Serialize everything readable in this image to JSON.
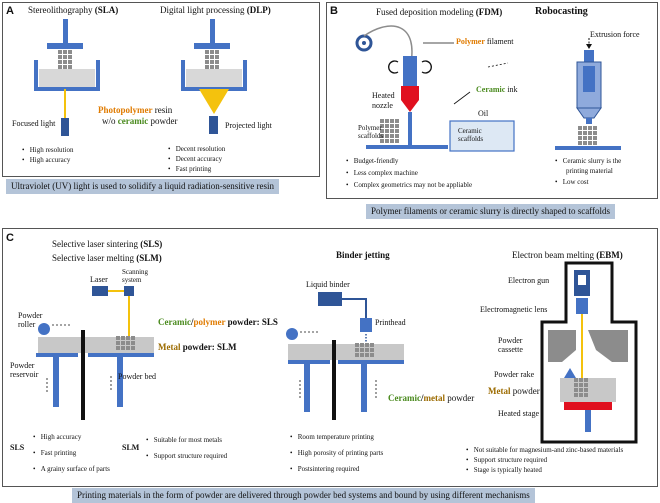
{
  "colors": {
    "blue": "#4472c4",
    "dark_blue": "#2f5597",
    "gray": "#c8c8c8",
    "dark_gray": "#8c8c8c",
    "yellow": "#f4c20d",
    "red": "#e0101f",
    "orange": "#e07b00",
    "green": "#4a8a1e",
    "brown": "#9c6b00",
    "caption_bg": "#b4c4d8"
  },
  "panel_a": {
    "label": "A",
    "sla_title": "Stereolithography",
    "sla_abbr": "(SLA)",
    "dlp_title": "Digital light processing",
    "dlp_abbr": "(DLP)",
    "resin_1": "Photopolymer",
    "resin_2": " resin",
    "resin_3": "w/o ",
    "resin_4": "ceramic",
    "resin_5": " powder",
    "focused_light": "Focused light",
    "projected_light": "Projected light",
    "sla_features": [
      "High resolution",
      "High accuracy"
    ],
    "dlp_features": [
      "Decent resolution",
      "Decent accuracy",
      "Fast printing"
    ],
    "caption": "Ultraviolet (UV) light is used to solidify a liquid radiation-sensitive resin"
  },
  "panel_b": {
    "label": "B",
    "fdm_title": "Fused deposition modeling",
    "fdm_abbr": "(FDM)",
    "robo_title": "Robocasting",
    "polymer_1": "Polymer",
    "polymer_2": " filament",
    "extrusion": "Extrusion force",
    "heated_1": "Heated",
    "heated_2": "nozzle",
    "ceramic_1": "Ceramic",
    "ceramic_2": " ink",
    "oil": "Oil",
    "poly_scaf_1": "Polymer",
    "poly_scaf_2": "scaffolds",
    "cer_scaf_1": "Ceramic",
    "cer_scaf_2": "scaffolds",
    "fdm_features": [
      "Budget-friendly",
      "Less complex machine",
      "Complex geometrics may not be appliable"
    ],
    "robo_features": [
      "Ceramic slurry is the",
      "printing material",
      "Low cost"
    ],
    "caption": "Polymer filaments or ceramic slurry is directly shaped to scaffolds"
  },
  "panel_c": {
    "label": "C",
    "sls_title": "Selective laser sintering",
    "sls_abbr": "(SLS)",
    "slm_title": "Selective laser melting",
    "slm_abbr": "(SLM)",
    "laser": "Laser",
    "scan_1": "Scanning",
    "scan_2": "system",
    "roller_1": "Powder",
    "roller_2": "roller",
    "reservoir_1": "Powder",
    "reservoir_2": "reservoir",
    "powder_bed": "Powder bed",
    "cp_1": "Ceramic",
    "cp_2": "/",
    "cp_3": "polymer",
    "cp_4": " powder: SLS",
    "mp_1": "Metal",
    "mp_2": " powder: SLM",
    "sls_tag": "SLS",
    "slm_tag": "SLM",
    "sls_features": [
      "High accuracy",
      "Fast printing",
      "A grainy surface of parts"
    ],
    "slm_features": [
      "Suitable for most metals",
      "Support structure required"
    ],
    "bj_title": "Binder jetting",
    "liquid_binder": "Liquid binder",
    "printhead": "Printhead",
    "bj_cm_1": "Ceramic",
    "bj_cm_2": "/",
    "bj_cm_3": "metal",
    "bj_cm_4": " powder",
    "bj_features": [
      "Room temperature printing",
      "High porosity of printing parts",
      "Postsintering required"
    ],
    "ebm_title": "Electron beam melting",
    "ebm_abbr": "(EBM)",
    "electron_gun": "Electron gun",
    "em_lens": "Electromagnetic lens",
    "cassette_1": "Powder",
    "cassette_2": "cassette",
    "rake": "Powder rake",
    "metal_1": "Metal",
    "metal_2": " powder",
    "heated_stage": "Heated stage",
    "ebm_features": [
      "Not suitable for magnesium-and zinc-based materials",
      "Support structure required",
      "Stage is typically heated"
    ],
    "caption": "Printing materials in the form of powder are delivered through powder bed systems and bound by using different mechanisms"
  }
}
